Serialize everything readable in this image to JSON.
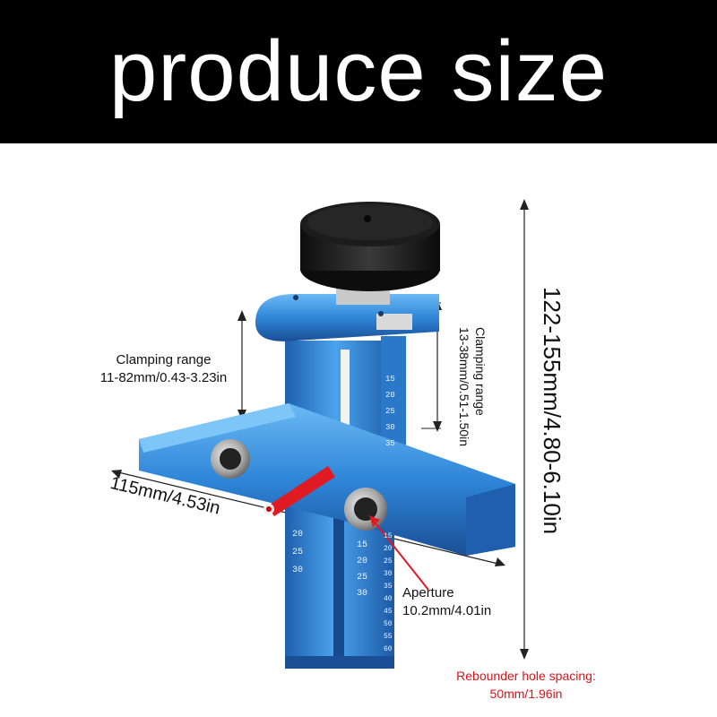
{
  "banner": {
    "title": "produce size"
  },
  "dimensions": {
    "height_range": "122-155mm/4.80-6.10in",
    "width": "115mm/4.53in",
    "clamping_left_title": "Clamping range",
    "clamping_left_value": "11-82mm/0.43-3.23in",
    "clamping_right_title": "Clamping range",
    "clamping_right_value": "13-38mm/0.51-1.50in",
    "aperture_title": "Aperture",
    "aperture_value": "10.2mm/4.01in",
    "spacing_title": "Rebounder hole spacing:",
    "spacing_value": "50mm/1.96in"
  },
  "scale_marks": {
    "upper": [
      "15",
      "20",
      "25",
      "30",
      "35"
    ],
    "lower_left": [
      "20",
      "25",
      "30"
    ],
    "lower_mid": [
      "15",
      "20",
      "25",
      "30"
    ],
    "lower_right": [
      "15",
      "20",
      "25",
      "30",
      "35",
      "40",
      "45",
      "50",
      "55",
      "60"
    ]
  },
  "colors": {
    "accent_red": "#d8141b",
    "tool_blue": "#2f86d8",
    "banner_bg": "#000000"
  }
}
